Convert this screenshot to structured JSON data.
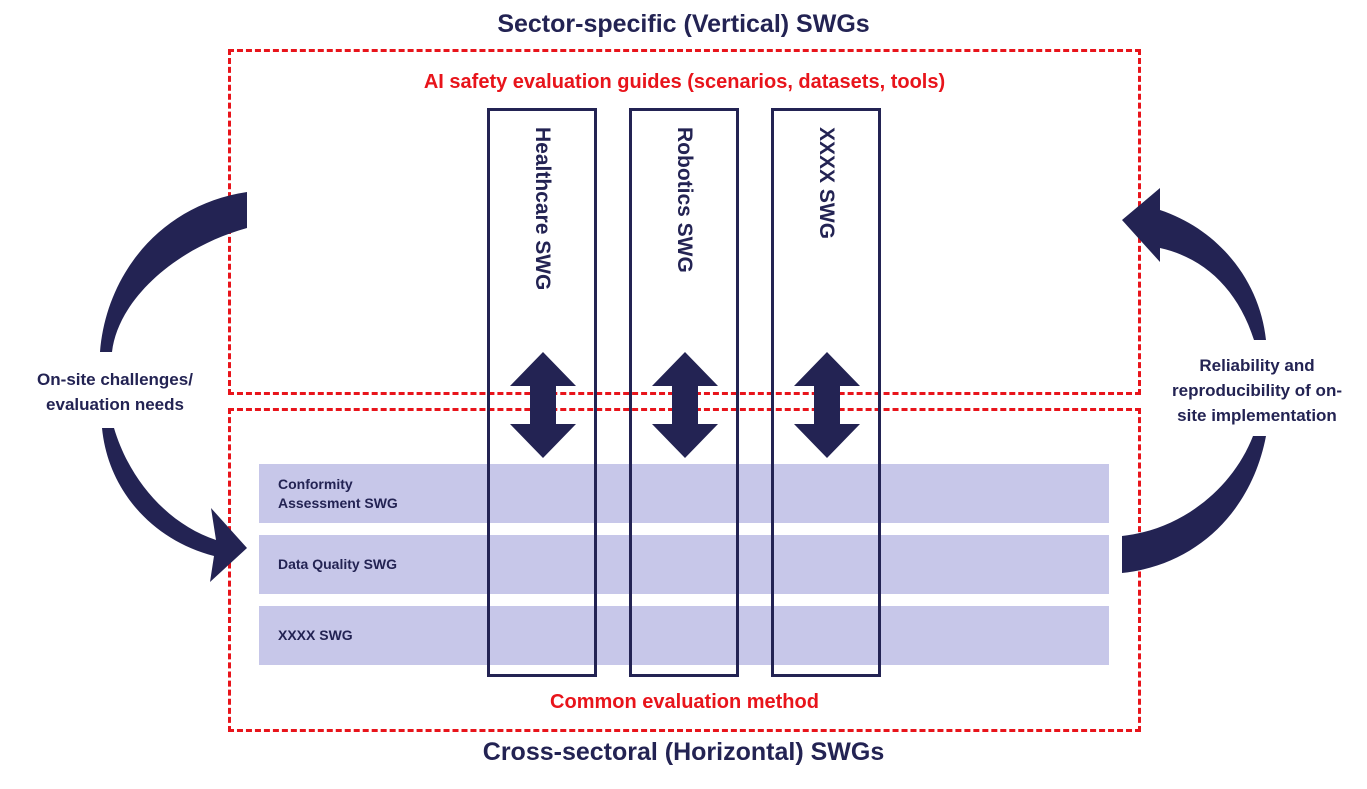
{
  "titles": {
    "vertical": "Sector-specific (Vertical) SWGs",
    "horizontal": "Cross-sectoral (Horizontal) SWGs"
  },
  "boxes": {
    "vertical_label": "AI safety evaluation guides (scenarios, datasets, tools)",
    "horizontal_label": "Common evaluation method"
  },
  "vertical_swgs": [
    {
      "label": "Healthcare SWG"
    },
    {
      "label": "Robotics SWG"
    },
    {
      "label": "XXXX SWG"
    }
  ],
  "horizontal_swgs": [
    {
      "label_line1": "Conformity",
      "label_line2": "Assessment SWG"
    },
    {
      "label": "Data Quality SWG"
    },
    {
      "label": "XXXX SWG"
    }
  ],
  "side_labels": {
    "left_line1": "On-site challenges/",
    "left_line2": "evaluation needs",
    "right_line1": "Reliability and",
    "right_line2": "reproducibility of on-",
    "right_line3": "site implementation"
  },
  "colors": {
    "navy": "#232353",
    "red": "#e8141b",
    "bar": "#c7c7e9"
  }
}
